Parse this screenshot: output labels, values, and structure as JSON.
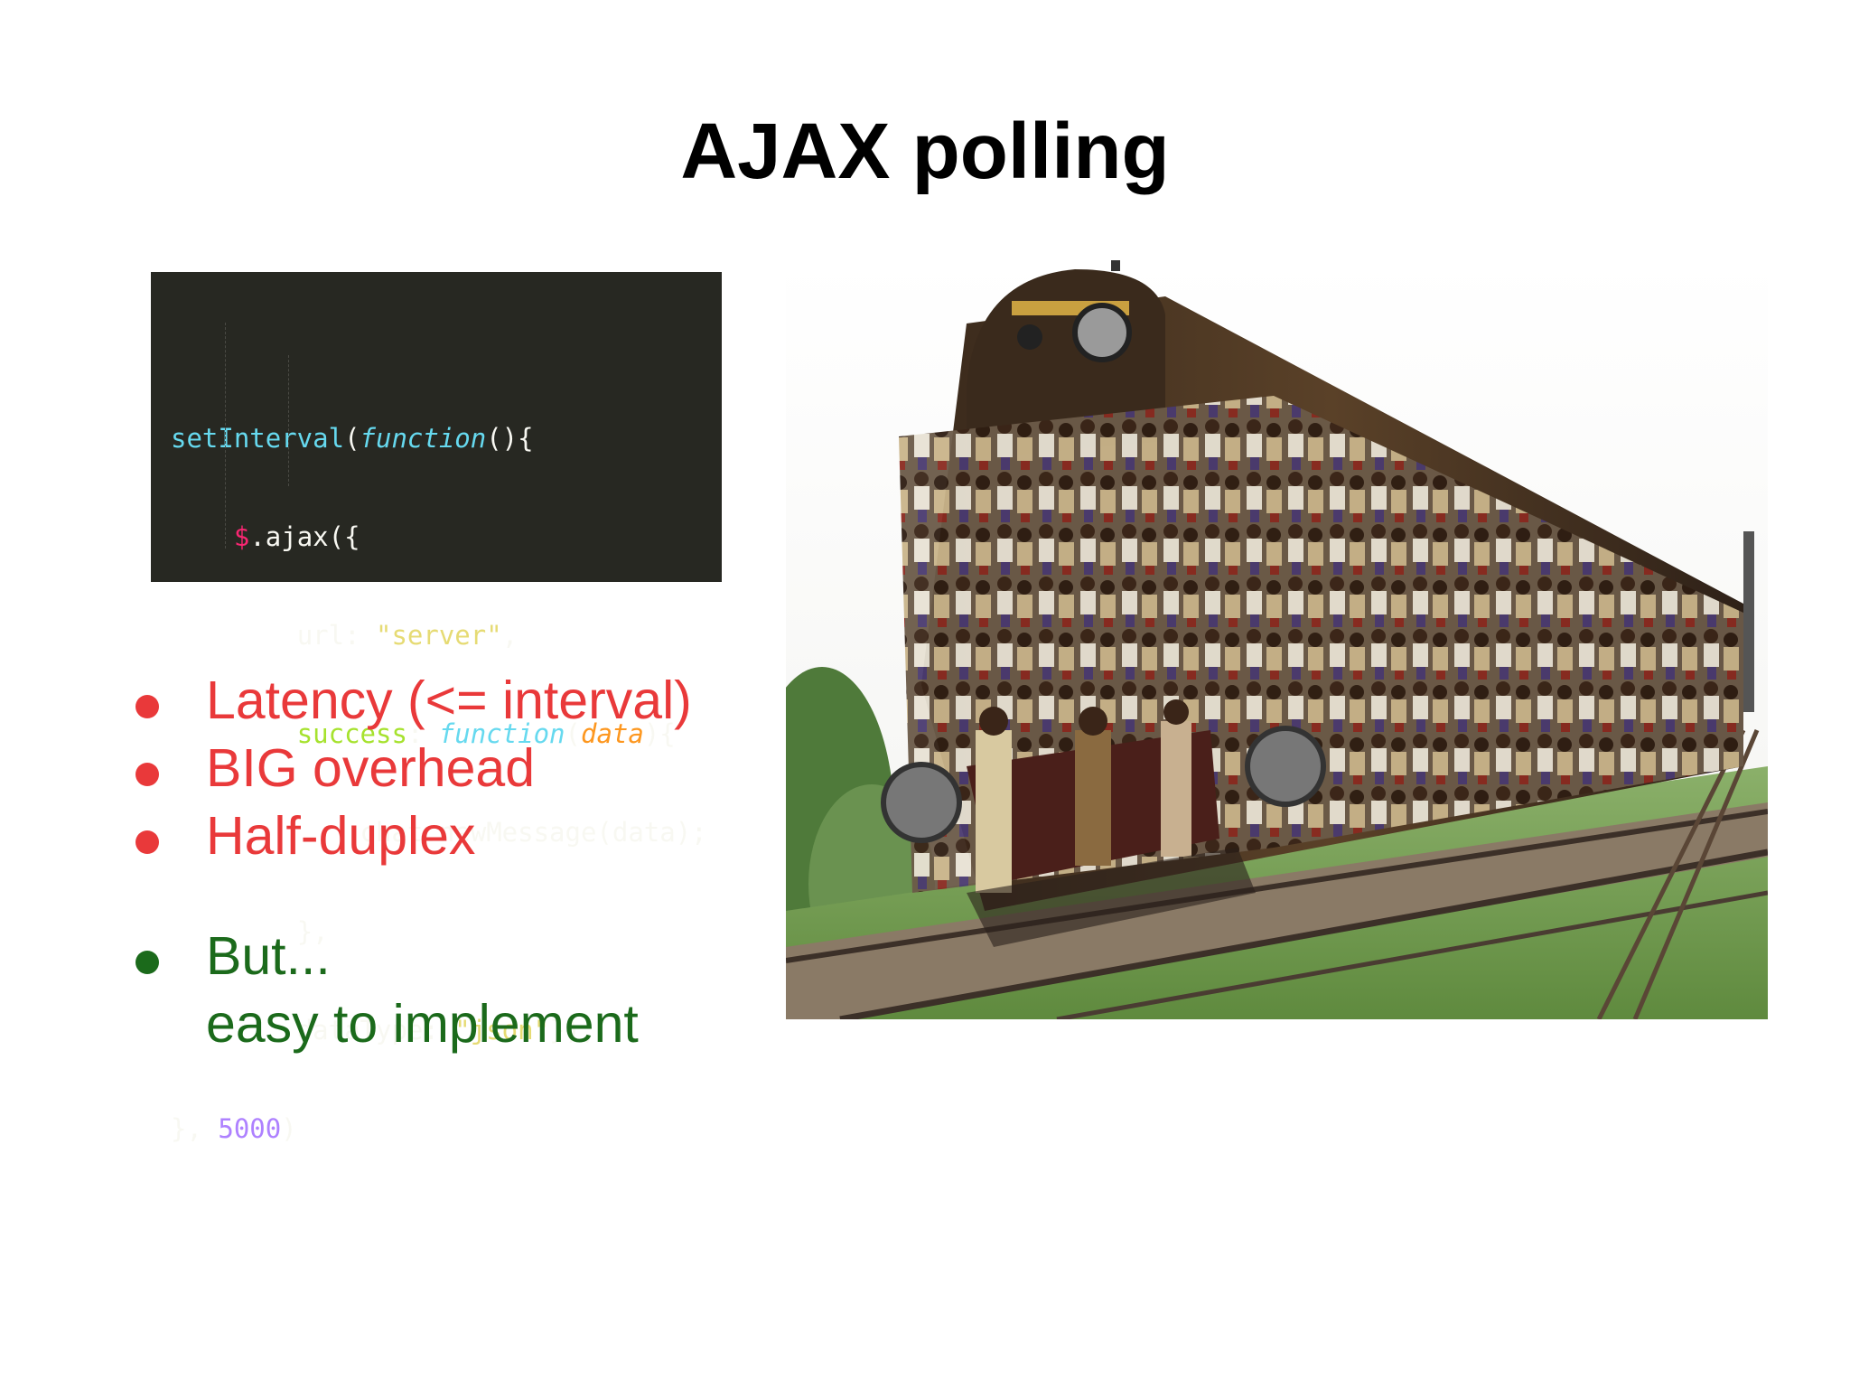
{
  "title": "AJAX polling",
  "code": {
    "line1": {
      "fn": "setInterval",
      "p1": "(",
      "kw": "function",
      "p2": "(){"
    },
    "line2": {
      "dollar": "$",
      "rest": ".ajax({"
    },
    "line3": {
      "key": "url",
      "colon": ": ",
      "str": "\"server\"",
      "comma": ","
    },
    "line4": {
      "key": "success",
      "colon": ": ",
      "kw": "function",
      "p1": "(",
      "arg": "data",
      "p2": "){"
    },
    "line5": {
      "text": "chat.newMessage(data);"
    },
    "line6": {
      "text": "},"
    },
    "line7": {
      "key": "dataType",
      "colon": ": ",
      "str": "\"json\"",
      "end": "});"
    },
    "line8": {
      "start": "}, ",
      "num": "5000",
      "end": ")"
    },
    "colors": {
      "background": "#272822",
      "function": "#66d9ef",
      "key": "#a6e22e",
      "string": "#e6db74",
      "number": "#ae81ff",
      "argument": "#fd971f",
      "dollar": "#f92672"
    }
  },
  "bullets": [
    {
      "text": "Latency (<= interval)",
      "color": "#e9393a"
    },
    {
      "text": "BIG overhead",
      "color": "#e9393a"
    },
    {
      "text": "Half-duplex",
      "color": "#e9393a"
    }
  ],
  "bullet_green": {
    "line1": "But...",
    "line2": "easy to implement",
    "color": "#1b6a1b"
  },
  "photo": {
    "icon": "overcrowded-train-photo"
  }
}
